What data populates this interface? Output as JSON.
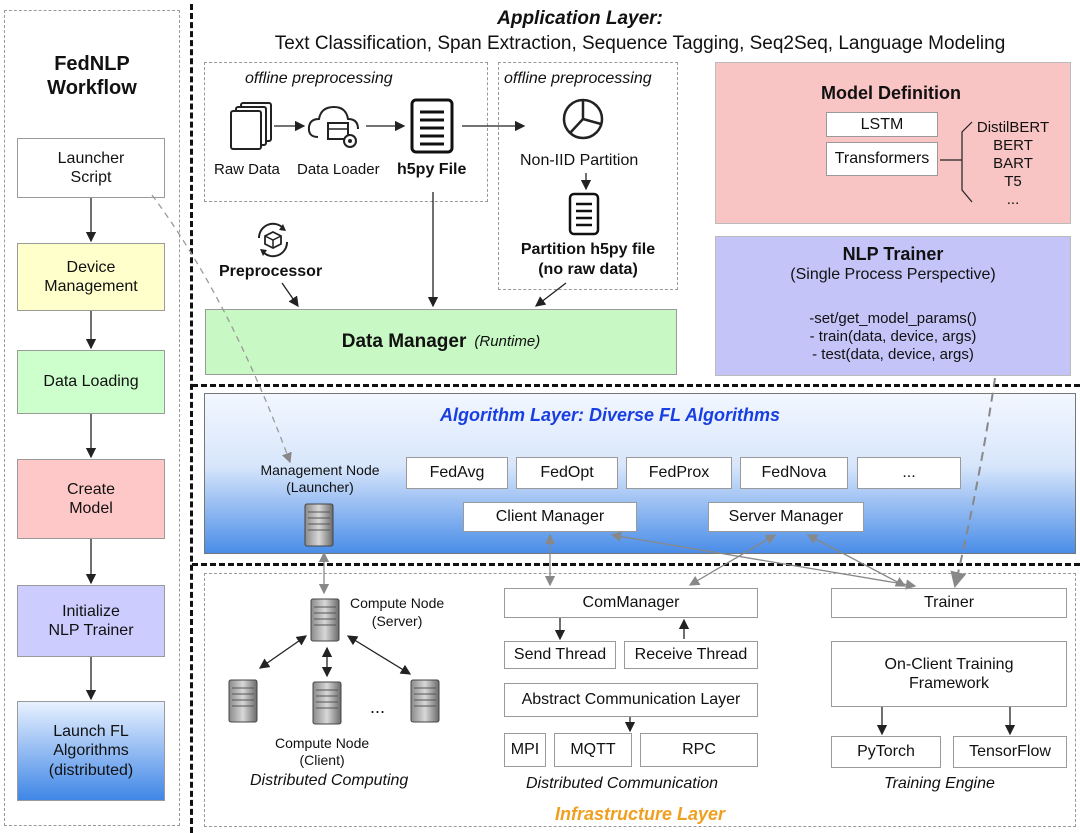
{
  "workflow": {
    "title": "FedNLP\nWorkflow",
    "steps": [
      {
        "label": "Launcher\nScript",
        "color": "#ffffff"
      },
      {
        "label": "Device\nManagement",
        "color": "#ffffcc"
      },
      {
        "label": "Data Loading",
        "color": "#ccffcc"
      },
      {
        "label": "Create\nModel",
        "color": "#ffc8c8"
      },
      {
        "label": "Initialize\nNLP Trainer",
        "color": "#ccccff"
      },
      {
        "label": "Launch FL\nAlgorithms\n(distributed)",
        "color": "#3f86e6"
      }
    ]
  },
  "application": {
    "title": "Application Layer:",
    "tasks": "Text Classification, Span Extraction, Sequence Tagging, Seq2Seq, Language Modeling",
    "offline1": "offline preprocessing",
    "offline2": "offline preprocessing",
    "raw_data": "Raw Data",
    "data_loader": "Data Loader",
    "h5py_file": "h5py File",
    "non_iid": "Non-IID Partition",
    "partition_file": "Partition h5py file\n(no raw data)",
    "preprocessor": "Preprocessor",
    "data_manager": "Data Manager",
    "data_manager_runtime": "(Runtime)",
    "model_definition": {
      "title": "Model Definition",
      "lstm": "LSTM",
      "transformers": "Transformers",
      "models": "DistilBERT\nBERT\nBART\nT5\n..."
    },
    "nlp_trainer": {
      "title": "NLP Trainer",
      "subtitle": "(Single Process Perspective)",
      "methods": "-set/get_model_params()\n- train(data, device, args)\n- test(data, device, args)"
    }
  },
  "algorithm": {
    "title": "Algorithm Layer: Diverse FL Algorithms",
    "management_node": "Management Node\n(Launcher)",
    "algorithms": [
      "FedAvg",
      "FedOpt",
      "FedProx",
      "FedNova",
      "..."
    ],
    "client_manager": "Client Manager",
    "server_manager": "Server Manager"
  },
  "infrastructure": {
    "title": "Infrastructure Layer",
    "compute_server": "Compute Node\n(Server)",
    "compute_client": "Compute Node\n(Client)",
    "ellipsis": "...",
    "distributed_computing": "Distributed Computing",
    "com_manager": "ComManager",
    "send_thread": "Send Thread",
    "receive_thread": "Receive Thread",
    "abstract_layer": "Abstract Communication Layer",
    "protocols": [
      "MPI",
      "MQTT",
      "RPC"
    ],
    "distributed_communication": "Distributed Communication",
    "trainer": "Trainer",
    "on_client_framework": "On-Client Training\nFramework",
    "engines": [
      "PyTorch",
      "TensorFlow"
    ],
    "training_engine": "Training Engine"
  },
  "colors": {
    "application_title": "#111111",
    "algorithm_title": "#1a3fe0",
    "infrastructure_title": "#f0a020",
    "model_definition_bg": "#f8c4c4",
    "nlp_trainer_bg": "#c4c4f8",
    "data_manager_bg": "#c8f8c4"
  }
}
